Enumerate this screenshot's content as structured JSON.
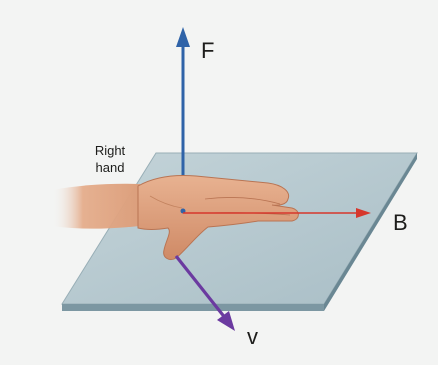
{
  "labels": {
    "force": "F",
    "magnetic_field": "B",
    "velocity": "v",
    "hand_line1": "Right",
    "hand_line2": "hand"
  },
  "colors": {
    "background": "#f3f4f3",
    "plate_top": "#b8c9cf",
    "plate_edge": "#7c97a2",
    "force_arrow": "#2f63a8",
    "field_arrow": "#d6372c",
    "velocity_arrow": "#6b3aa0",
    "hand_skin": "#dfa07d"
  }
}
